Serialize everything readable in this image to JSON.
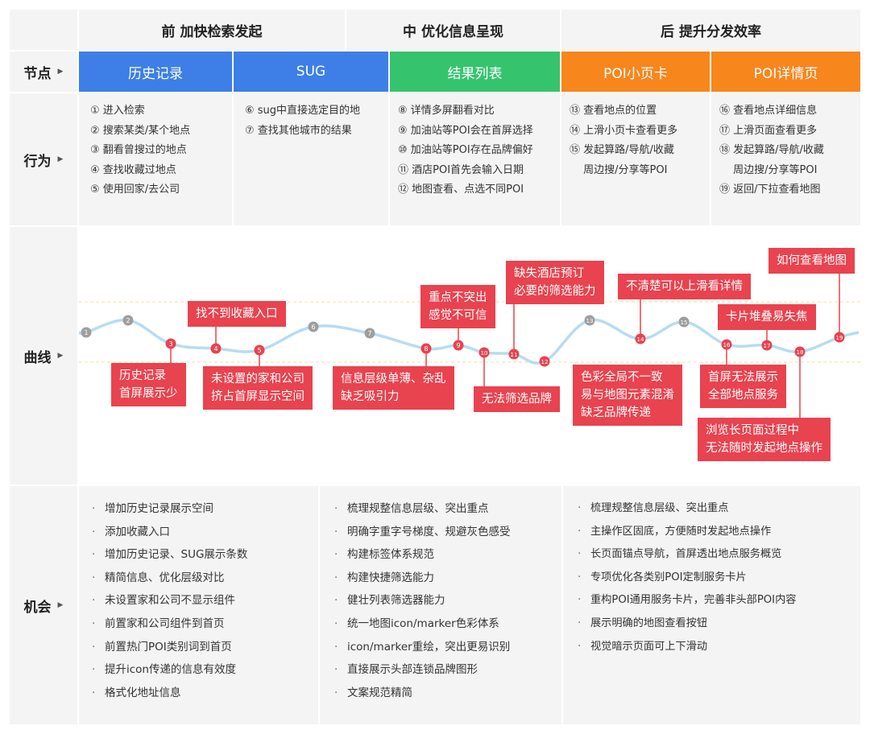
{
  "phases": [
    "前 加快检索发起",
    "中 优化信息呈现",
    "后 提升分发效率"
  ],
  "row_labels": {
    "nodes": "节点",
    "behavior": "行为",
    "curve": "曲线",
    "opportunity": "机会"
  },
  "nodes": [
    {
      "label": "历史记录",
      "color": "#3d7fe6"
    },
    {
      "label": "SUG",
      "color": "#3d7fe6"
    },
    {
      "label": "结果列表",
      "color": "#36c36e"
    },
    {
      "label": "POI小页卡",
      "color": "#f7861d"
    },
    {
      "label": "POI详情页",
      "color": "#f7861d"
    }
  ],
  "behaviors": [
    [
      "① 进入检索",
      "② 搜索某类/某个地点",
      "③ 翻看曾搜过的地点",
      "④ 查找收藏过地点",
      "⑤ 使用回家/去公司"
    ],
    [
      "⑥ sug中直接选定目的地",
      "⑦ 查找其他城市的结果"
    ],
    [
      "⑧ 详情多屏翻看对比",
      "⑨ 加油站等POI会在首屏选择",
      "⑩ 加油站等POI存在品牌偏好",
      "⑪ 酒店POI首先会输入日期",
      "⑫ 地图查看、点选不同POI"
    ],
    [
      "⑬ 查看地点的位置",
      "⑭ 上滑小页卡查看更多",
      "⑮ 发起算路/导航/收藏",
      "　 周边搜/分享等POI"
    ],
    [
      "⑯ 查看地点详细信息",
      "⑰ 上滑页面查看更多",
      "⑱ 发起算路/导航/收藏",
      "　 周边搜/分享等POI",
      "⑲ 返回/下拉查看地图"
    ]
  ],
  "curve_points": [
    {
      "label": "1",
      "pain": false
    },
    {
      "label": "2",
      "pain": false
    },
    {
      "label": "3",
      "pain": true
    },
    {
      "label": "4",
      "pain": true
    },
    {
      "label": "5",
      "pain": true
    },
    {
      "label": "6",
      "pain": false
    },
    {
      "label": "7",
      "pain": false
    },
    {
      "label": "8",
      "pain": true
    },
    {
      "label": "9",
      "pain": true
    },
    {
      "label": "10",
      "pain": true
    },
    {
      "label": "11",
      "pain": true
    },
    {
      "label": "12",
      "pain": true
    },
    {
      "label": "13",
      "pain": false
    },
    {
      "label": "14",
      "pain": true
    },
    {
      "label": "15",
      "pain": false
    },
    {
      "label": "16",
      "pain": true
    },
    {
      "label": "17",
      "pain": true
    },
    {
      "label": "18",
      "pain": true
    },
    {
      "label": "19",
      "pain": true
    }
  ],
  "callouts": [
    {
      "lines": [
        "历史记录",
        "首屏展示少"
      ],
      "point": 3
    },
    {
      "lines": [
        "找不到收藏入口"
      ],
      "point": 4
    },
    {
      "lines": [
        "未设置的家和公司",
        "挤占首屏显示空间"
      ],
      "point": 5
    },
    {
      "lines": [
        "信息层级单薄、杂乱",
        "缺乏吸引力"
      ],
      "point": 8
    },
    {
      "lines": [
        "重点不突出",
        "感觉不可信"
      ],
      "point": 9
    },
    {
      "lines": [
        "无法筛选品牌"
      ],
      "point": 10
    },
    {
      "lines": [
        "缺失酒店预订",
        "必要的筛选能力"
      ],
      "point": 11
    },
    {
      "lines": [
        "色彩全局不一致",
        "易与地图元素混淆",
        "缺乏品牌传递"
      ],
      "point": 12
    },
    {
      "lines": [
        "不清楚可以上滑看详情"
      ],
      "point": 14
    },
    {
      "lines": [
        "首屏无法展示",
        "全部地点服务"
      ],
      "point": 16
    },
    {
      "lines": [
        "卡片堆叠易失焦"
      ],
      "point": 17
    },
    {
      "lines": [
        "浏览长页面过程中",
        "无法随时发起地点操作"
      ],
      "point": 18
    },
    {
      "lines": [
        "如何查看地图"
      ],
      "point": 19
    }
  ],
  "opportunities": [
    [
      "增加历史记录展示空间",
      "添加收藏入口",
      "增加历史记录、SUG展示条数",
      "精简信息、优化层级对比",
      "未设置家和公司不显示组件",
      "前置家和公司组件到首页",
      "前置热门POI类别词到首页",
      "提升icon传递的信息有效度",
      "格式化地址信息"
    ],
    [
      "梳理规整信息层级、突出重点",
      "明确字重字号梯度、规避灰色感受",
      "构建标签体系规范",
      "构建快捷筛选能力",
      "健壮列表筛选器能力",
      "统一地图icon/marker色彩体系",
      "icon/marker重绘，突出更易识别",
      "直接展示头部连锁品牌图形",
      "文案规范精简"
    ],
    [
      "梳理规整信息层级、突出重点",
      "主操作区固底，方便随时发起地点操作",
      "长页面锚点导航，首屏透出地点服务概览",
      "专项优化各类别POI定制服务卡片",
      "重构POI通用服务卡片，完善非头部POI内容",
      "展示明确的地图查看按钮",
      "视觉暗示页面可上下滑动"
    ]
  ],
  "colors": {
    "pain": "#e8434f",
    "neutral": "#9e9e9e",
    "curve": "#b7dcf2",
    "guide": "#f3d98a",
    "panel": "#f4f4f4"
  }
}
